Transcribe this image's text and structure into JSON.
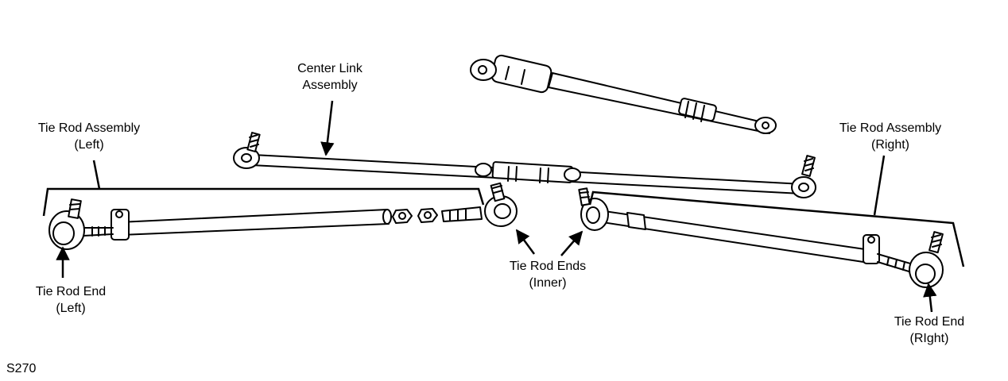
{
  "labels": {
    "center_link": [
      "Center Link",
      "Assembly"
    ],
    "tie_rod_assembly_left": [
      "Tie Rod Assembly",
      "(Left)"
    ],
    "tie_rod_assembly_right": [
      "Tie Rod Assembly",
      "(Right)"
    ],
    "tie_rod_ends_inner": [
      "Tie Rod Ends",
      "(Inner)"
    ],
    "tie_rod_end_left": [
      "Tie Rod End",
      "(Left)"
    ],
    "tie_rod_end_right": [
      "Tie Rod End",
      "(RIght)"
    ]
  },
  "figure_code": "S270",
  "colors": {
    "ink": "#000000",
    "paper": "#ffffff"
  }
}
